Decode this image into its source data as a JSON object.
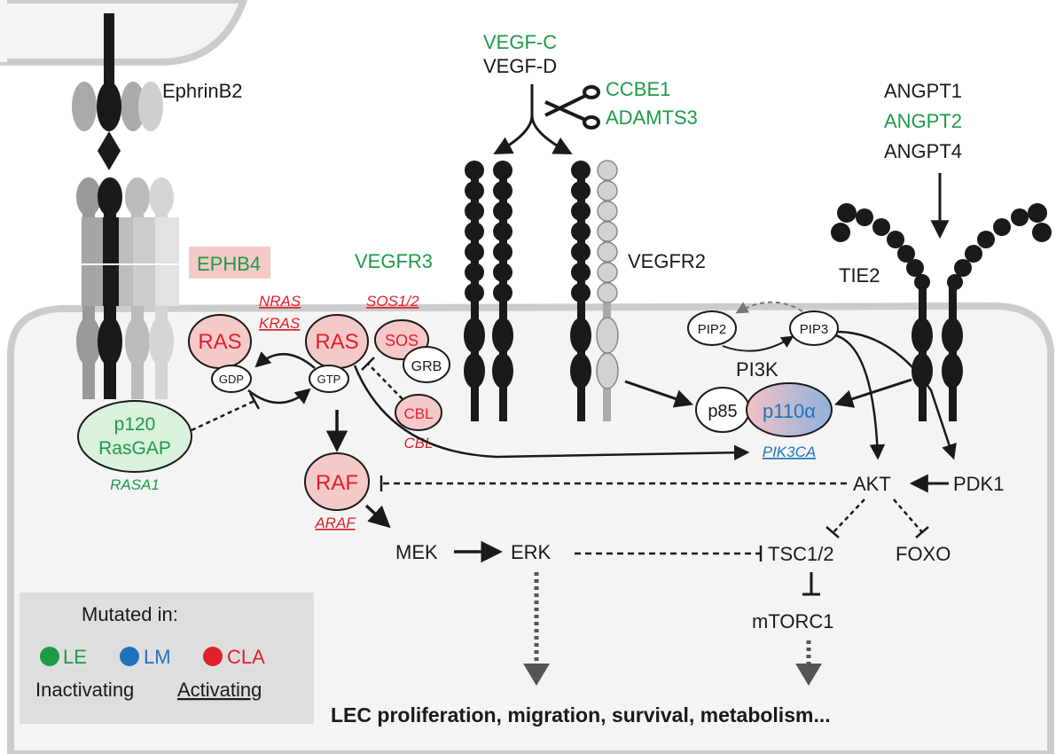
{
  "colors": {
    "green": "#1e9a47",
    "red": "#e0202a",
    "blue": "#1f73bd",
    "dark": "#1a1a1a",
    "cell_fill": "#f4f4f4",
    "membrane": "#cccccc",
    "pink_fill": "#f6c9c9",
    "green_fill": "#d9f1dd",
    "legend_fill": "#dedede"
  },
  "labels": {
    "ephrinb2": "EphrinB2",
    "ephb4": "EPHB4",
    "vegf_c": "VEGF-C",
    "vegf_d": "VEGF-D",
    "ccbe1": "CCBE1",
    "adamts3": "ADAMTS3",
    "vegfr3": "VEGFR3",
    "vegfr2": "VEGFR2",
    "angpt1": "ANGPT1",
    "angpt2": "ANGPT2",
    "angpt4": "ANGPT4",
    "tie2": "TIE2",
    "nras": "NRAS",
    "kras": "KRAS",
    "sos12": "SOS1/2",
    "ras": "RAS",
    "sos": "SOS",
    "grb": "GRB",
    "gdp": "GDP",
    "gtp": "GTP",
    "cbl": "CBL",
    "cbl_gene": "CBL",
    "p120_line1": "p120",
    "p120_line2": "RasGAP",
    "rasa1": "RASA1",
    "raf": "RAF",
    "araf": "ARAF",
    "mek": "MEK",
    "erk": "ERK",
    "pip2": "PIP2",
    "pip3": "PIP3",
    "pi3k": "PI3K",
    "p85": "p85",
    "p110a": "p110α",
    "pik3ca": "PIK3CA",
    "akt": "AKT",
    "pdk1": "PDK1",
    "tsc12": "TSC1/2",
    "foxo": "FOXO",
    "mtorc1": "mTORC1",
    "outcome": "LEC proliferation, migration, survival, metabolism..."
  },
  "legend": {
    "title": "Mutated in:",
    "items": [
      {
        "label": "LE",
        "color": "#1e9a47"
      },
      {
        "label": "LM",
        "color": "#1f73bd"
      },
      {
        "label": "CLA",
        "color": "#e0202a"
      }
    ],
    "inactivating": "Inactivating",
    "activating": "Activating"
  }
}
